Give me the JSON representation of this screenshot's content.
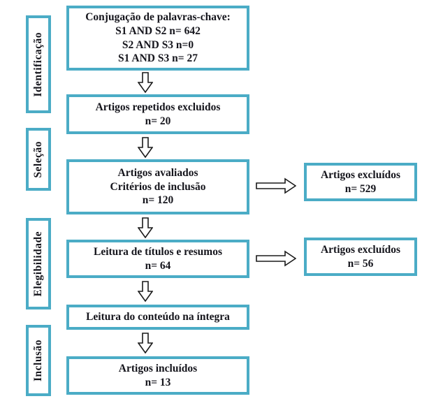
{
  "colors": {
    "accent": "#4BACC6",
    "text": "#15151c",
    "arrow_outline": "#1a1a1a",
    "background": "#ffffff"
  },
  "sidebar": {
    "stages": [
      {
        "label": "Identificação"
      },
      {
        "label": "Seleção"
      },
      {
        "label": "Elegibilidade"
      },
      {
        "label": "Inclusão"
      }
    ]
  },
  "flow": {
    "boxes": [
      {
        "lines": [
          "Conjugação de palavras-chave:",
          "S1 AND S2 n= 642",
          "S2 AND S3 n=0",
          "S1 AND S3 n= 27"
        ]
      },
      {
        "lines": [
          "Artigos repetidos excluidos",
          "n= 20"
        ]
      },
      {
        "lines": [
          "Artigos avaliados",
          "Critérios de inclusão",
          "n= 120"
        ]
      },
      {
        "lines": [
          "Leitura de títulos e resumos",
          "n= 64"
        ]
      },
      {
        "lines": [
          "Leitura do conteúdo na íntegra"
        ]
      },
      {
        "lines": [
          "Artigos incluídos",
          "n= 13"
        ]
      }
    ]
  },
  "excluded": {
    "boxes": [
      {
        "lines": [
          "Artigos excluídos",
          "n= 529"
        ]
      },
      {
        "lines": [
          "Artigos excluídos",
          "n= 56"
        ]
      }
    ]
  }
}
